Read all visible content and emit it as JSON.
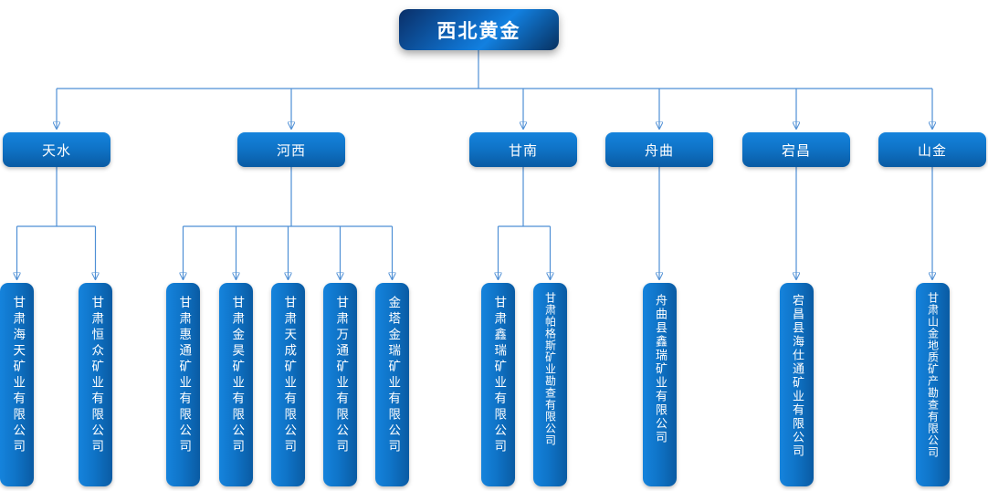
{
  "root": {
    "label": "西北黄金"
  },
  "branches": [
    {
      "label": "天水",
      "children": [
        "甘肃海天矿业有限公司",
        "甘肃恒众矿业有限公司"
      ]
    },
    {
      "label": "河西",
      "children": [
        "甘肃惠通矿业有限公司",
        "甘肃金昊矿业有限公司",
        "甘肃天成矿业有限公司",
        "甘肃万通矿业有限公司",
        "金塔金瑞矿业有限公司"
      ]
    },
    {
      "label": "甘南",
      "children": [
        "甘肃鑫瑞矿业有限公司",
        "甘肃帕格斯矿业勘查有限公司"
      ]
    },
    {
      "label": "舟曲",
      "children": [
        "舟曲县鑫瑞矿业有限公司"
      ]
    },
    {
      "label": "宕昌",
      "children": [
        "宕昌县海仕通矿业有限公司"
      ]
    },
    {
      "label": "山金",
      "children": [
        "甘肃山金地质矿产勘查有限公司"
      ]
    }
  ],
  "colors": {
    "line_blue": "#4e8fd5",
    "node_blue": "#0f74c8",
    "node_blue_dark": "#0a5ba3",
    "root_g1": "#0a2f68",
    "root_g2": "#0f6fca",
    "root_g3": "#07305f",
    "text_white": "#ffffff",
    "background": "#ffffff"
  }
}
